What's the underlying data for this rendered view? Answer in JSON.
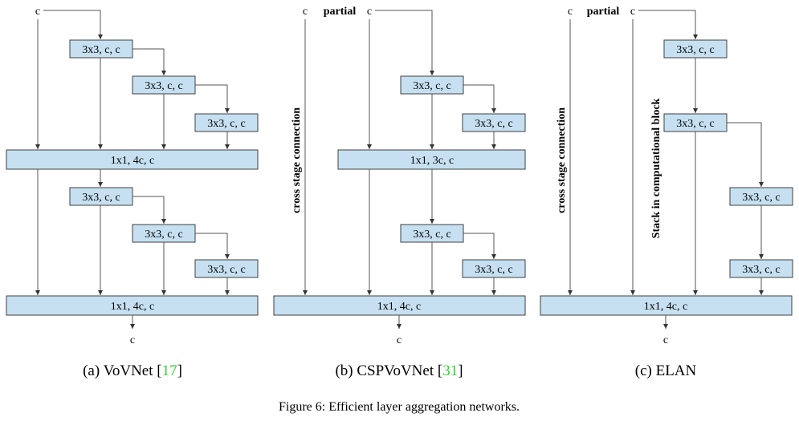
{
  "labels": {
    "c": "c",
    "partial": "partial",
    "cross_stage": "cross stage connection",
    "stack": "Stack in computational block"
  },
  "blocks": {
    "conv3": "3x3, c, c",
    "vov_trans": "1x1, 4c, c",
    "csp_trans": "1x1, 3c, c",
    "final_trans": "1x1, 4c, c"
  },
  "captions": {
    "a_pre": "(a) VoVNet [",
    "a_ref": "17",
    "a_post": "]",
    "b_pre": "(b) CSPVoVNet [",
    "b_ref": "31",
    "b_post": "]",
    "c_text": "(c) ELAN"
  },
  "figure_caption": "Figure 6: Efficient layer aggregation networks.",
  "colors": {
    "block_fill": "#c6e0f1",
    "block_stroke": "#3f3f3f",
    "ref_green": "#2fd12f"
  }
}
